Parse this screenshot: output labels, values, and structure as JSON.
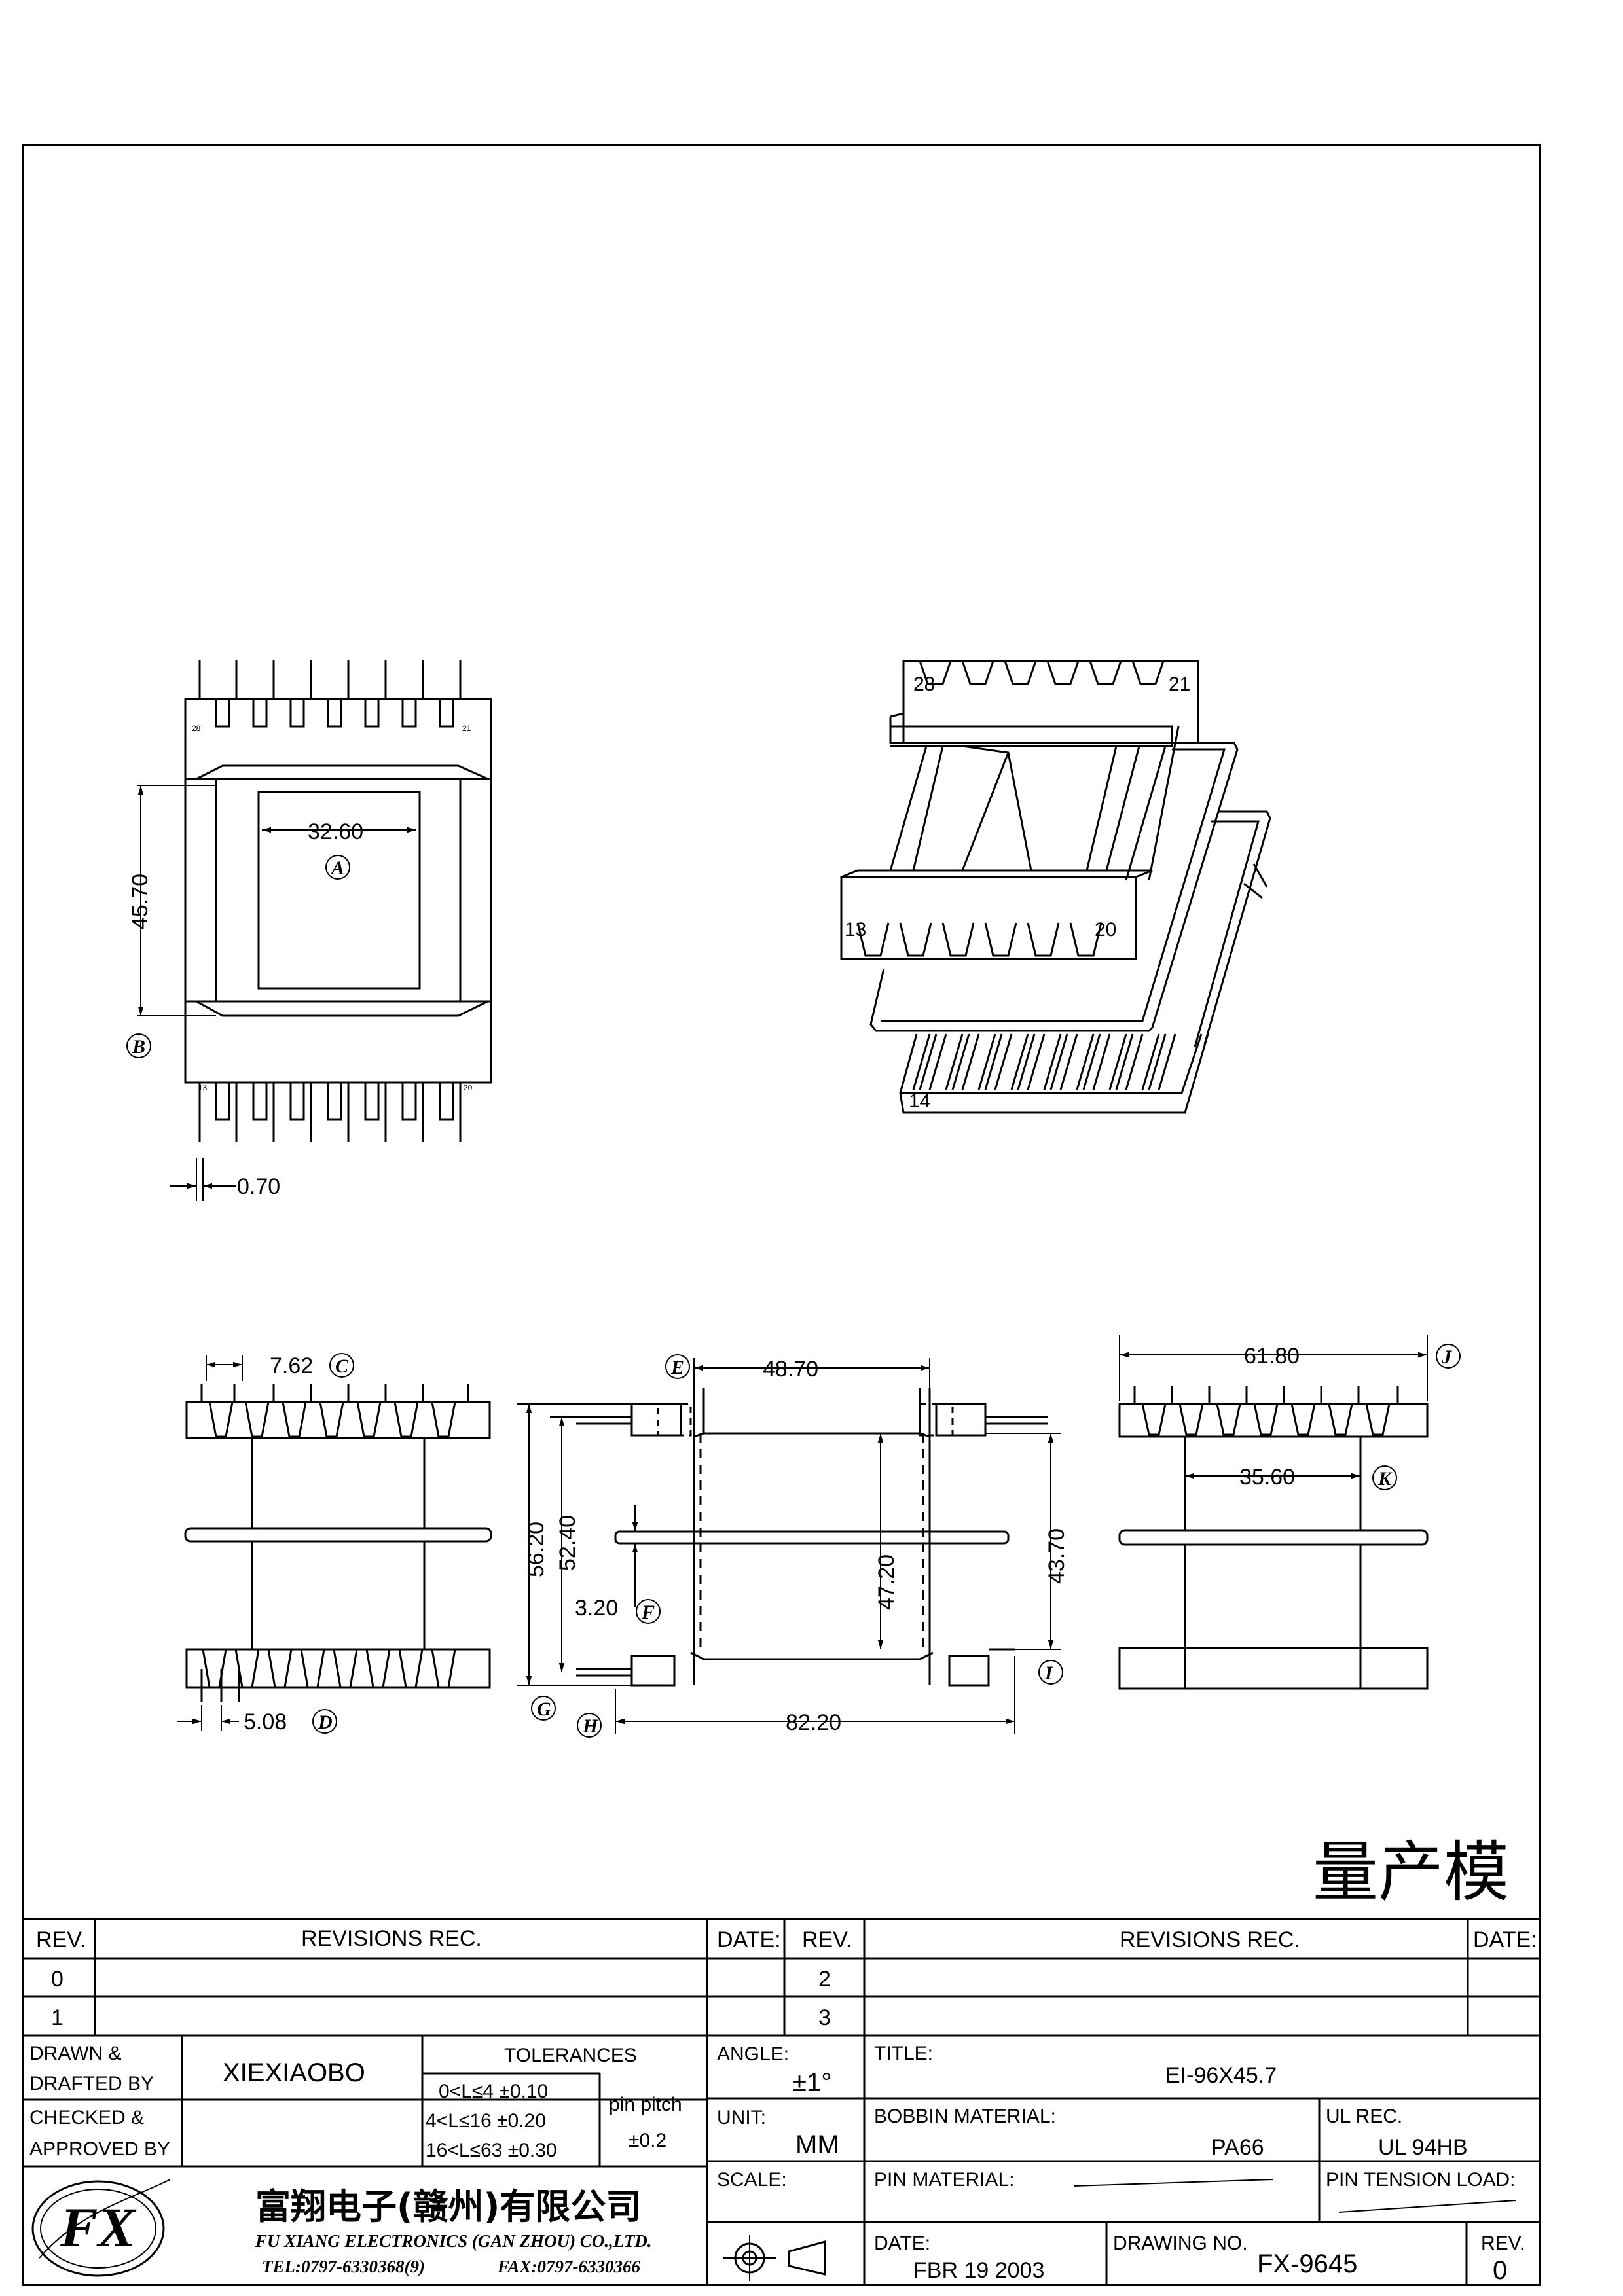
{
  "stamp": "量产模",
  "dims": {
    "a": "32.60",
    "b": "45.70",
    "pin_w": "0.70",
    "c": "7.62",
    "d": "5.08",
    "e": "48.70",
    "f": "3.20",
    "h1": "56.20",
    "h2": "52.40",
    "h3": "47.20",
    "len": "82.20",
    "i": "43.70",
    "j": "61.80",
    "k": "35.60"
  },
  "markers": {
    "a": "A",
    "b": "B",
    "c": "C",
    "d": "D",
    "e": "E",
    "f": "F",
    "g": "G",
    "h": "H",
    "i": "I",
    "j": "J",
    "k": "K"
  },
  "pins": {
    "p28": "28",
    "p21": "21",
    "p13": "13",
    "p20": "20",
    "p14": "14"
  },
  "title_block": {
    "rev_header": "REV.",
    "revisions_rec": "REVISIONS    REC.",
    "date_header": "DATE:",
    "rev_rows_left": [
      "0",
      "1"
    ],
    "rev_rows_right": [
      "2",
      "3"
    ],
    "drawn_label_1": "DRAWN &",
    "drawn_label_2": "DRAFTED BY",
    "drawn_by": "XIEXIAOBO",
    "checked_label_1": "CHECKED &",
    "checked_label_2": "APPROVED BY",
    "tolerances_label": "TOLERANCES",
    "tol_rows": [
      "0<L≤4   ±0.10",
      "4<L≤16  ±0.20",
      "16<L≤63  ±0.30"
    ],
    "pin_pitch_label": "pin pitch",
    "pin_pitch_value": "±0.2",
    "angle_label": "ANGLE:",
    "angle_value": "±1°",
    "unit_label": "UNIT:",
    "unit_value": "MM",
    "scale_label": "SCALE:",
    "title_label": "TITLE:",
    "title_value": "EI-96X45.7",
    "bobbin_label": "BOBBIN  MATERIAL:",
    "bobbin_value": "PA66",
    "ul_label": "UL  REC.",
    "ul_value": "UL  94HB",
    "pin_material_label": "PIN  MATERIAL:",
    "pin_tension_label": "PIN  TENSION  LOAD:",
    "date_label": "DATE:",
    "date_value": "FBR  19  2003",
    "drawing_no_label": "DRAWING  NO.",
    "drawing_no_value": "FX-9645",
    "rev_label": "REV.",
    "rev_value": "0"
  },
  "company": {
    "name_cn": "富翔电子(赣州)有限公司",
    "name_en": "FU XIANG ELECTRONICS (GAN ZHOU) CO.,LTD.",
    "tel": "TEL:0797-6330368(9)",
    "fax": "FAX:0797-6330366",
    "logo_text": "FX"
  }
}
